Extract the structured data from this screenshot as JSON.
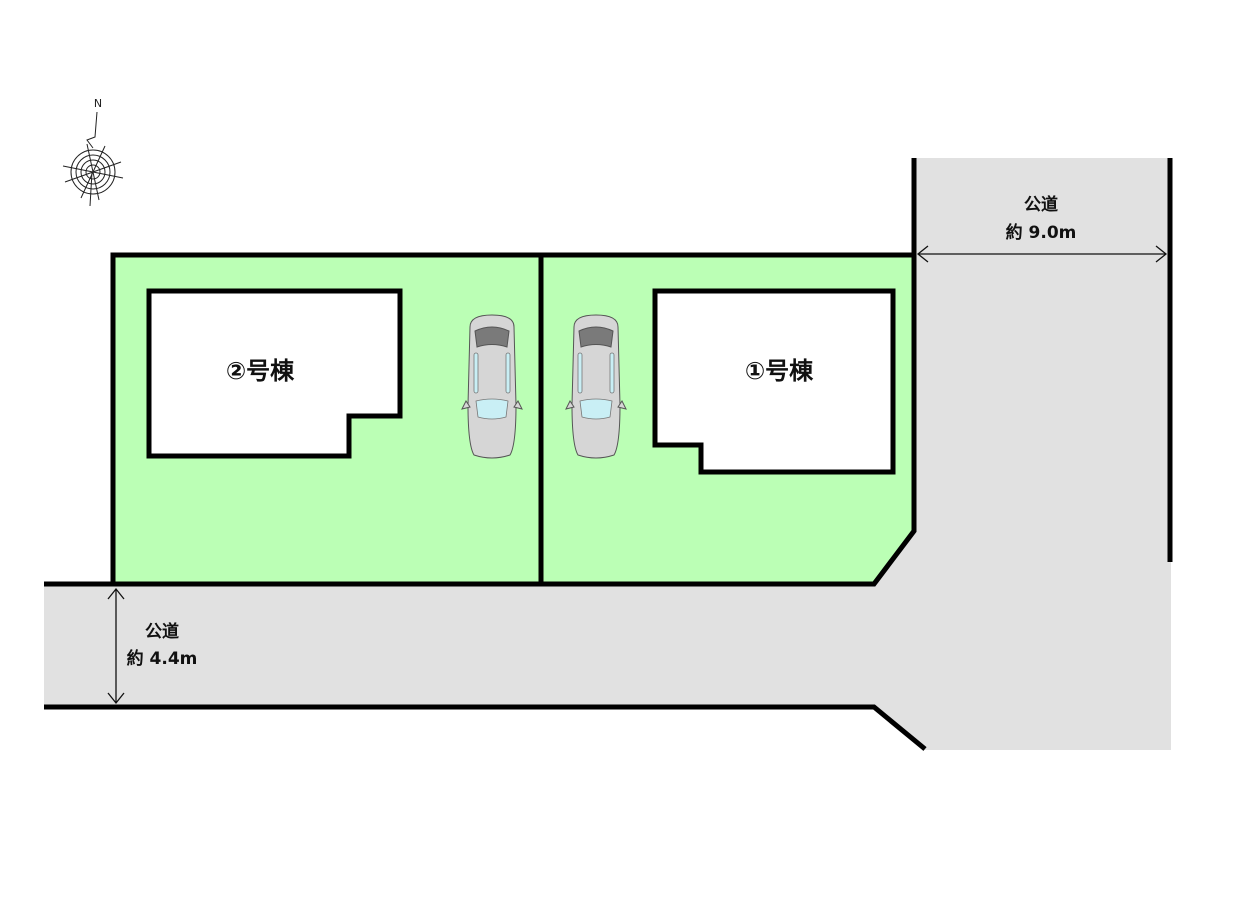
{
  "colors": {
    "lot_fill": "#bbffb5",
    "road_fill": "#e1e1e1",
    "outline": "#000000",
    "building_fill": "#ffffff",
    "car_body": "#d6d6d6",
    "car_roof_dark": "#7a7a7a",
    "car_glass": "#c9eff5"
  },
  "compass": {
    "north": "N",
    "icon": "compass-rose-icon"
  },
  "roads": {
    "east": {
      "name": "公道",
      "width": "約 9.0m"
    },
    "south": {
      "name": "公道",
      "width": "約 4.4m"
    }
  },
  "buildings": [
    {
      "label": "②号棟"
    },
    {
      "label": "①号棟"
    }
  ],
  "parking": [
    {
      "icon": "car-icon"
    },
    {
      "icon": "car-icon"
    }
  ]
}
